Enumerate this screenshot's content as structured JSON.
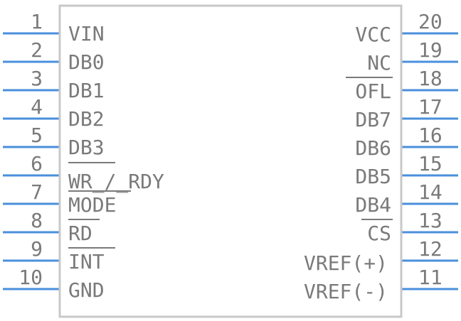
{
  "component": {
    "left_pins": [
      {
        "num": "1",
        "name": "VIN"
      },
      {
        "num": "2",
        "name": "DB0"
      },
      {
        "num": "3",
        "name": "DB1"
      },
      {
        "num": "4",
        "name": "DB2"
      },
      {
        "num": "5",
        "name": "DB3"
      },
      {
        "num": "6",
        "name": "WR_/_RDY"
      },
      {
        "num": "7",
        "name": "MODE"
      },
      {
        "num": "8",
        "name": "RD"
      },
      {
        "num": "9",
        "name": "INT"
      },
      {
        "num": "10",
        "name": "GND"
      }
    ],
    "right_pins": [
      {
        "num": "20",
        "name": "VCC"
      },
      {
        "num": "19",
        "name": "NC"
      },
      {
        "num": "18",
        "name": "OFL"
      },
      {
        "num": "17",
        "name": "DB7"
      },
      {
        "num": "16",
        "name": "DB6"
      },
      {
        "num": "15",
        "name": "DB5"
      },
      {
        "num": "14",
        "name": "DB4"
      },
      {
        "num": "13",
        "name": "CS"
      },
      {
        "num": "12",
        "name": "VREF(+)"
      },
      {
        "num": "11",
        "name": "VREF(-)"
      }
    ]
  },
  "colors": {
    "pin_line": "#4a8fdc",
    "body_outline": "#c8c8c8",
    "text": "#7a7a7a"
  }
}
